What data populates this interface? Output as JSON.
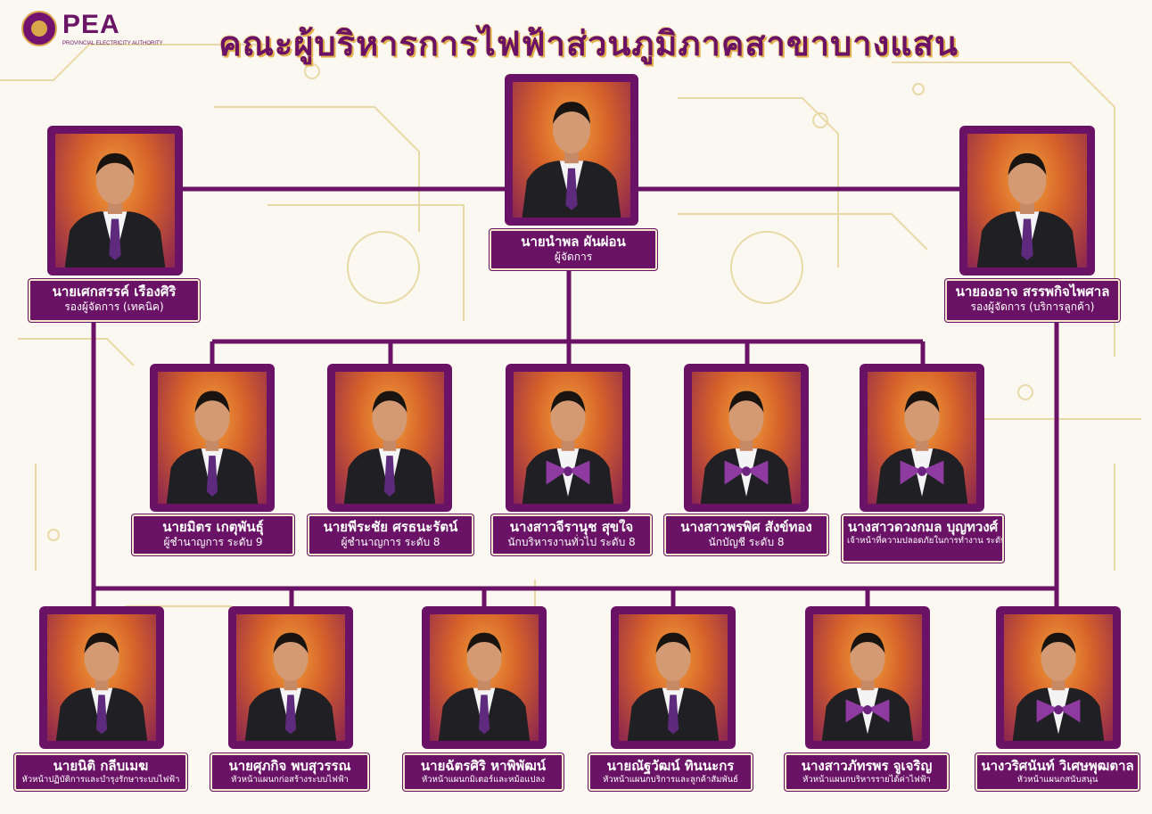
{
  "header": {
    "logo_text": "PEA",
    "logo_subtitle": "PROVINCIAL ELECTRICITY AUTHORITY",
    "title": "คณะผู้บริหารการไฟฟ้าส่วนภูมิภาคสาขาบางแสน"
  },
  "colors": {
    "frame": "#6a1266",
    "line": "#6a1266",
    "gold": "#e3b24a",
    "background": "#fbf8f1"
  },
  "people": [
    {
      "id": "manager",
      "name": "นายนำพล ผันผ่อน",
      "position": "ผู้จัดการ",
      "tie": "tie"
    },
    {
      "id": "deputy-tech",
      "name": "นายเศกสรรค์ เรืองศิริ",
      "position": "รองผู้จัดการ (เทคนิค)",
      "tie": "tie"
    },
    {
      "id": "deputy-cust",
      "name": "นายองอาจ สรรพกิจไพศาล",
      "position": "รองผู้จัดการ (บริการลูกค้า)",
      "tie": "tie"
    },
    {
      "id": "mid-1",
      "name": "นายมิตร เกตุพันธุ์",
      "position": "ผู้ชำนาญการ ระดับ 9",
      "tie": "tie"
    },
    {
      "id": "mid-2",
      "name": "นายพีระชัย ศรธนะรัตน์",
      "position": "ผู้ชำนาญการ ระดับ 8",
      "tie": "tie"
    },
    {
      "id": "mid-3",
      "name": "นางสาวจีรานุช สุขใจ",
      "position": "นักบริหารงานทั่วไป ระดับ 8",
      "tie": "bow"
    },
    {
      "id": "mid-4",
      "name": "นางสาวพรพิศ สังข์ทอง",
      "position": "นักบัญชี ระดับ 8",
      "tie": "bow"
    },
    {
      "id": "mid-5",
      "name": "นางสาวดวงกมล บุญทวงศ์",
      "position": "เจ้าหน้าที่ความปลอดภัยในการทำงาน ระดับวิชาชีพ",
      "tie": "bow"
    },
    {
      "id": "bot-1",
      "name": "นายนิติ กลีบเมฆ",
      "position": "หัวหน้าปฏิบัติการและบำรุงรักษาระบบไฟฟ้า",
      "tie": "tie"
    },
    {
      "id": "bot-2",
      "name": "นายศุภกิจ พบสุวรรณ",
      "position": "หัวหน้าแผนกก่อสร้างระบบไฟฟ้า",
      "tie": "tie"
    },
    {
      "id": "bot-3",
      "name": "นายฉัตรศิริ หาพิพัฒน์",
      "position": "หัวหน้าแผนกมิเตอร์และหม้อแปลง",
      "tie": "tie"
    },
    {
      "id": "bot-4",
      "name": "นายณัฐวัฒน์ ทินนะกร",
      "position": "หัวหน้าแผนกบริการและลูกค้าสัมพันธ์",
      "tie": "tie"
    },
    {
      "id": "bot-5",
      "name": "นางสาวภัทรพร จูเจริญ",
      "position": "หัวหน้าแผนกบริหารรายได้ค่าไฟฟ้า",
      "tie": "bow"
    },
    {
      "id": "bot-6",
      "name": "นางวริศนันท์ วิเศษพุฒตาล",
      "position": "หัวหน้าแผนกสนับสนุน",
      "tie": "bow"
    }
  ]
}
